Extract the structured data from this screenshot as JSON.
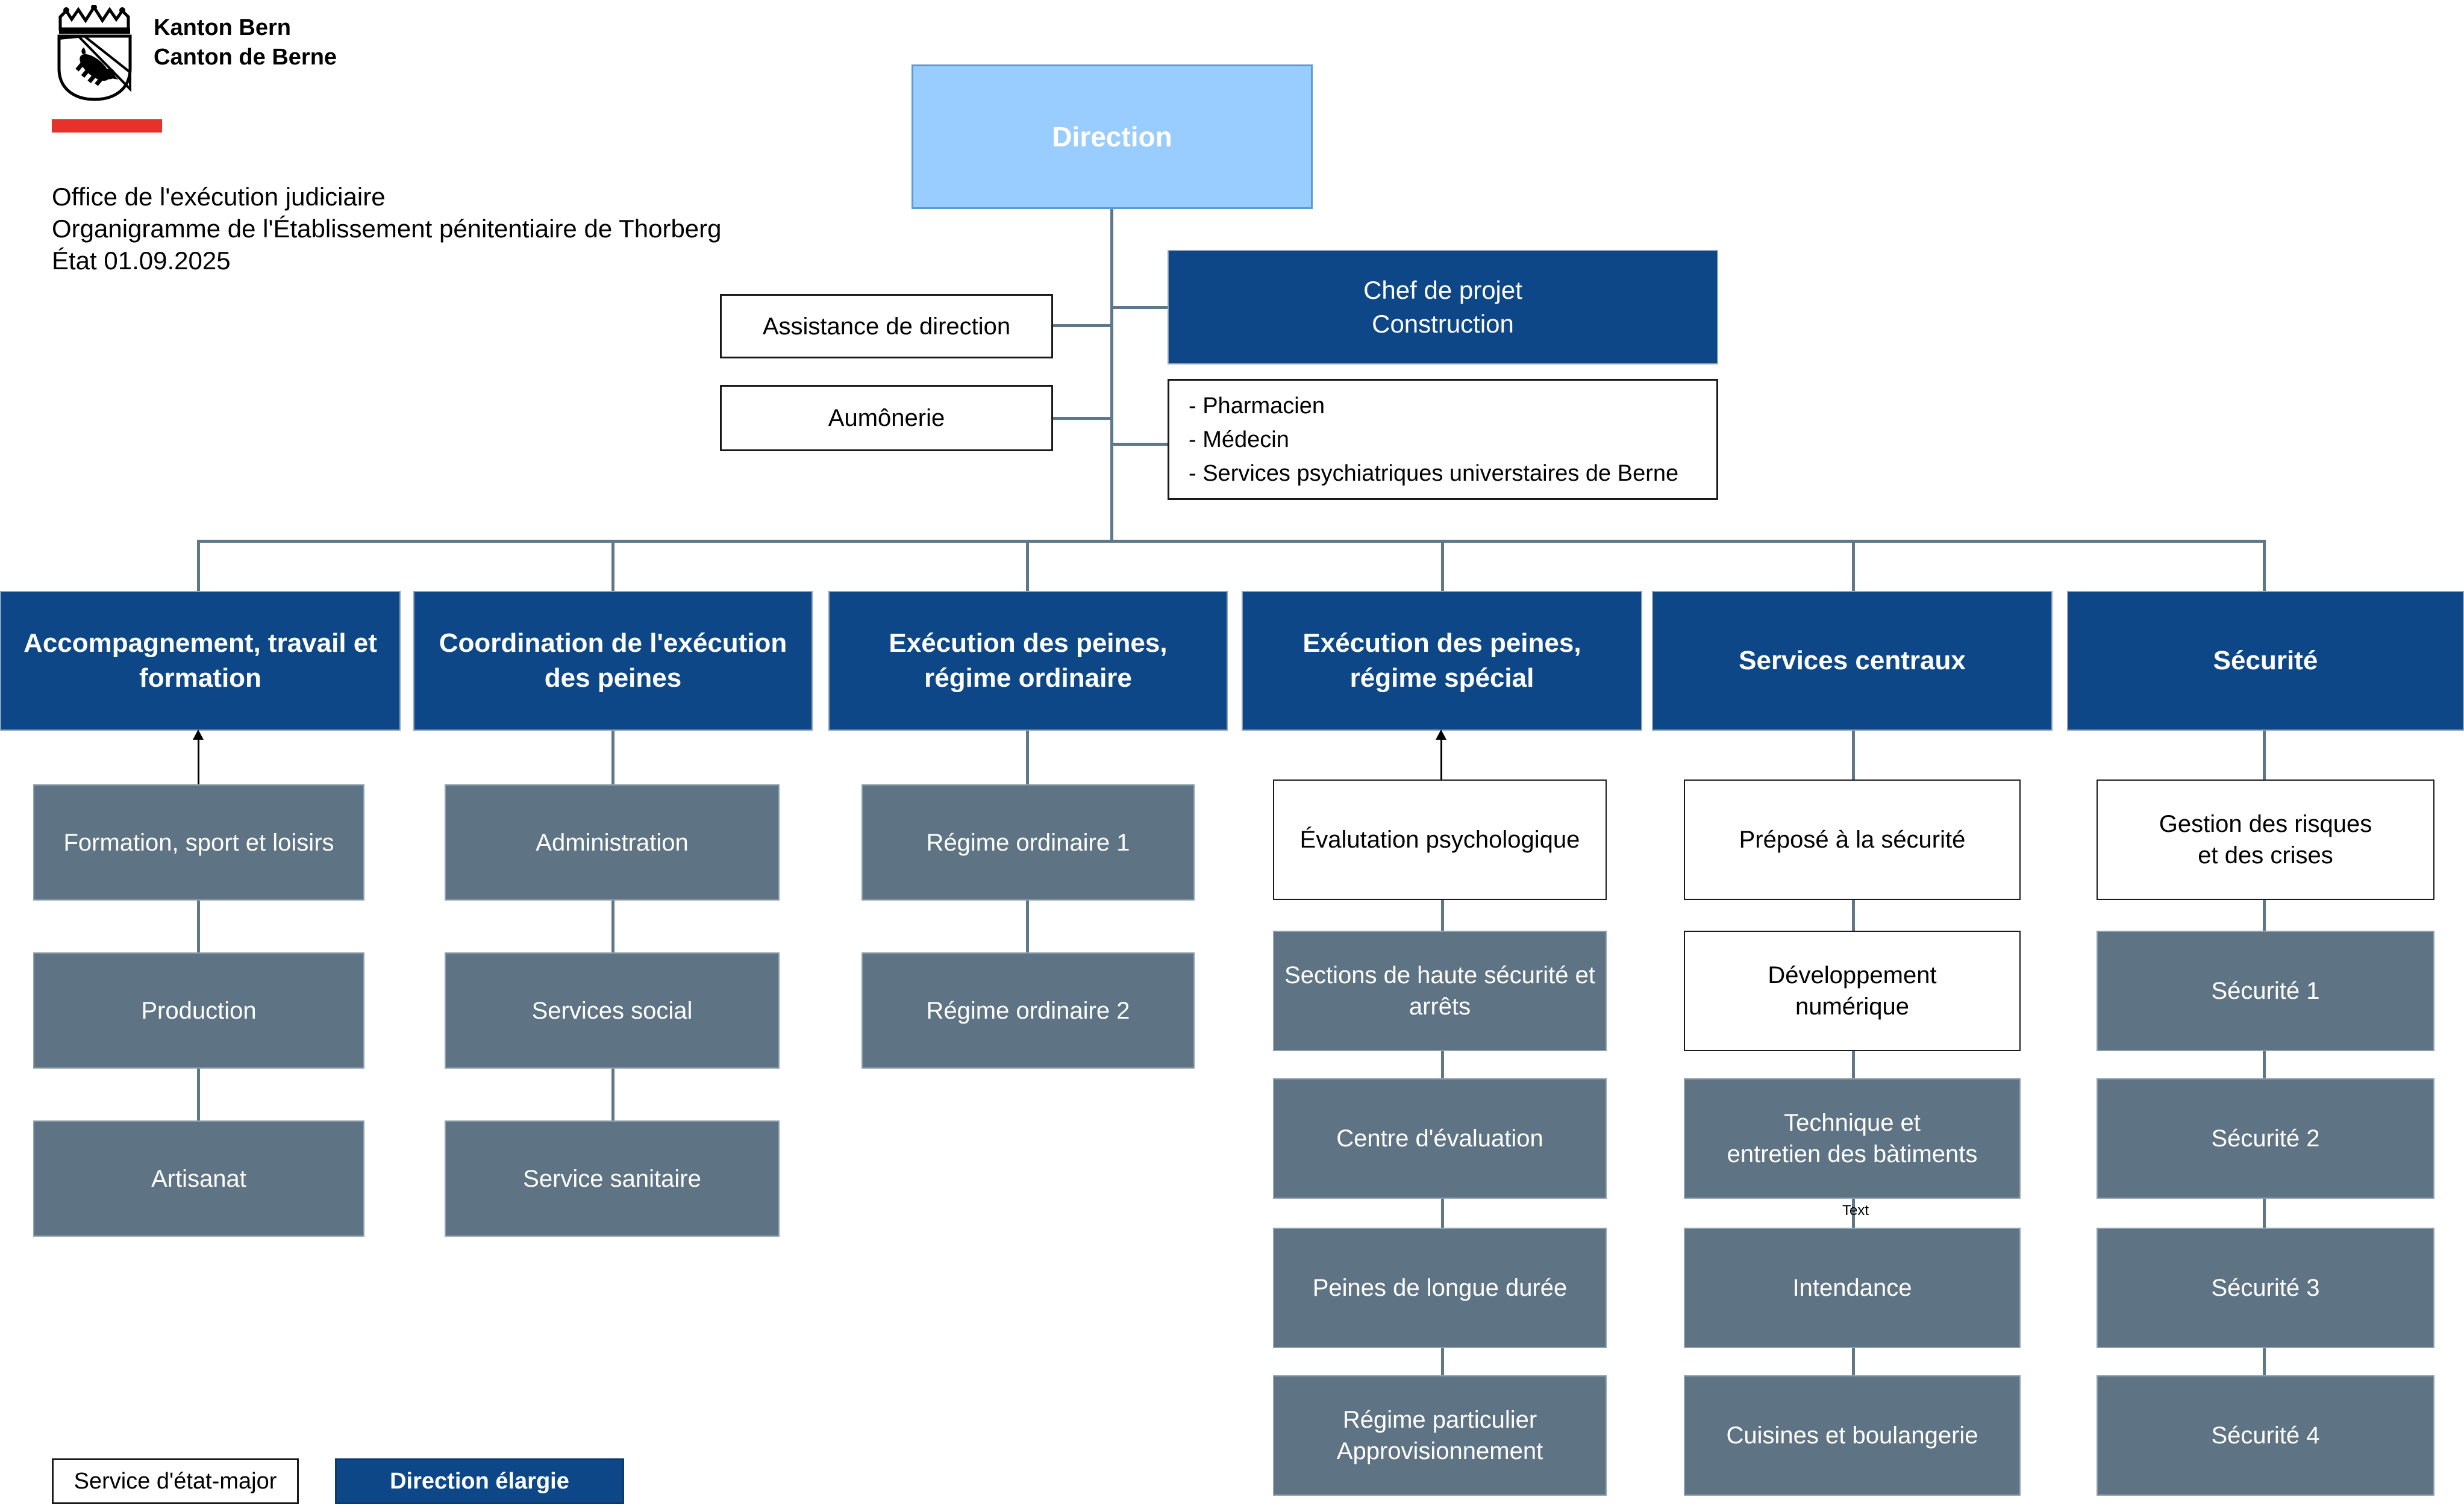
{
  "logo": {
    "line1": "Kanton Bern",
    "line2": "Canton de Berne"
  },
  "title": {
    "line1": "Office de l'exécution judiciaire",
    "line2": "Organigramme de l'Établissement pénitentiaire de Thorberg",
    "line3": "État 01.09.2025"
  },
  "direction": {
    "label": "Direction"
  },
  "staff": {
    "assistance": "Assistance de direction",
    "chef": {
      "l1": "Chef de projet",
      "l2": "Construction"
    },
    "aumonerie": "Aumônerie",
    "medical": [
      "- Pharmacien",
      "- Médecin",
      "- Services psychiatriques universtaires de Berne"
    ]
  },
  "columns": [
    {
      "header": {
        "l1": "Accompagnement, travail et",
        "l2": "formation"
      },
      "children": [
        {
          "l1": "Formation, sport et loisirs",
          "l2": ""
        },
        {
          "l1": "Production",
          "l2": ""
        },
        {
          "l1": "Artisanat",
          "l2": ""
        }
      ]
    },
    {
      "header": {
        "l1": "Coordination de l'exécution",
        "l2": "des peines"
      },
      "children": [
        {
          "l1": "Administration",
          "l2": ""
        },
        {
          "l1": "Services social",
          "l2": ""
        },
        {
          "l1": "Service sanitaire",
          "l2": ""
        }
      ]
    },
    {
      "header": {
        "l1": "Exécution des peines,",
        "l2": "régime ordinaire"
      },
      "children": [
        {
          "l1": "Régime ordinaire 1",
          "l2": ""
        },
        {
          "l1": "Régime ordinaire 2",
          "l2": ""
        }
      ]
    },
    {
      "header": {
        "l1": "Exécution des peines,",
        "l2": "régime spécial"
      },
      "children": [
        {
          "l1": "Évalutation psychologique",
          "l2": ""
        },
        {
          "l1": "Sections de haute sécurité et",
          "l2": "arrêts"
        },
        {
          "l1": "Centre d'évaluation",
          "l2": ""
        },
        {
          "l1": "Peines de longue durée",
          "l2": ""
        },
        {
          "l1": "Régime particulier",
          "l2": "Approvisionnement"
        }
      ]
    },
    {
      "header": {
        "l1": "Services centraux",
        "l2": ""
      },
      "children": [
        {
          "l1": "Préposé à la sécurité",
          "l2": ""
        },
        {
          "l1": "Développement",
          "l2": "numérique"
        },
        {
          "l1": "Technique et",
          "l2": "entretien des bàtiments"
        },
        {
          "l1": "Intendance",
          "l2": ""
        },
        {
          "l1": "Cuisines et boulangerie",
          "l2": ""
        }
      ]
    },
    {
      "header": {
        "l1": "Sécurité",
        "l2": ""
      },
      "children": [
        {
          "l1": "Gestion des risques",
          "l2": "et des crises"
        },
        {
          "l1": "Sécurité 1",
          "l2": ""
        },
        {
          "l1": "Sécurité 2",
          "l2": ""
        },
        {
          "l1": "Sécurité 3",
          "l2": ""
        },
        {
          "l1": "Sécurité 4",
          "l2": ""
        }
      ]
    }
  ],
  "legend": {
    "etat_major": "Service d'état-major",
    "direction_elargie": "Direction élargie"
  },
  "connector_label": "Text",
  "colors": {
    "header_blue": "#0d4787",
    "light_blue": "#99ccff",
    "box_gray": "#5e7383",
    "connector_gray": "#5f7889",
    "accent_red": "#e8312a"
  }
}
